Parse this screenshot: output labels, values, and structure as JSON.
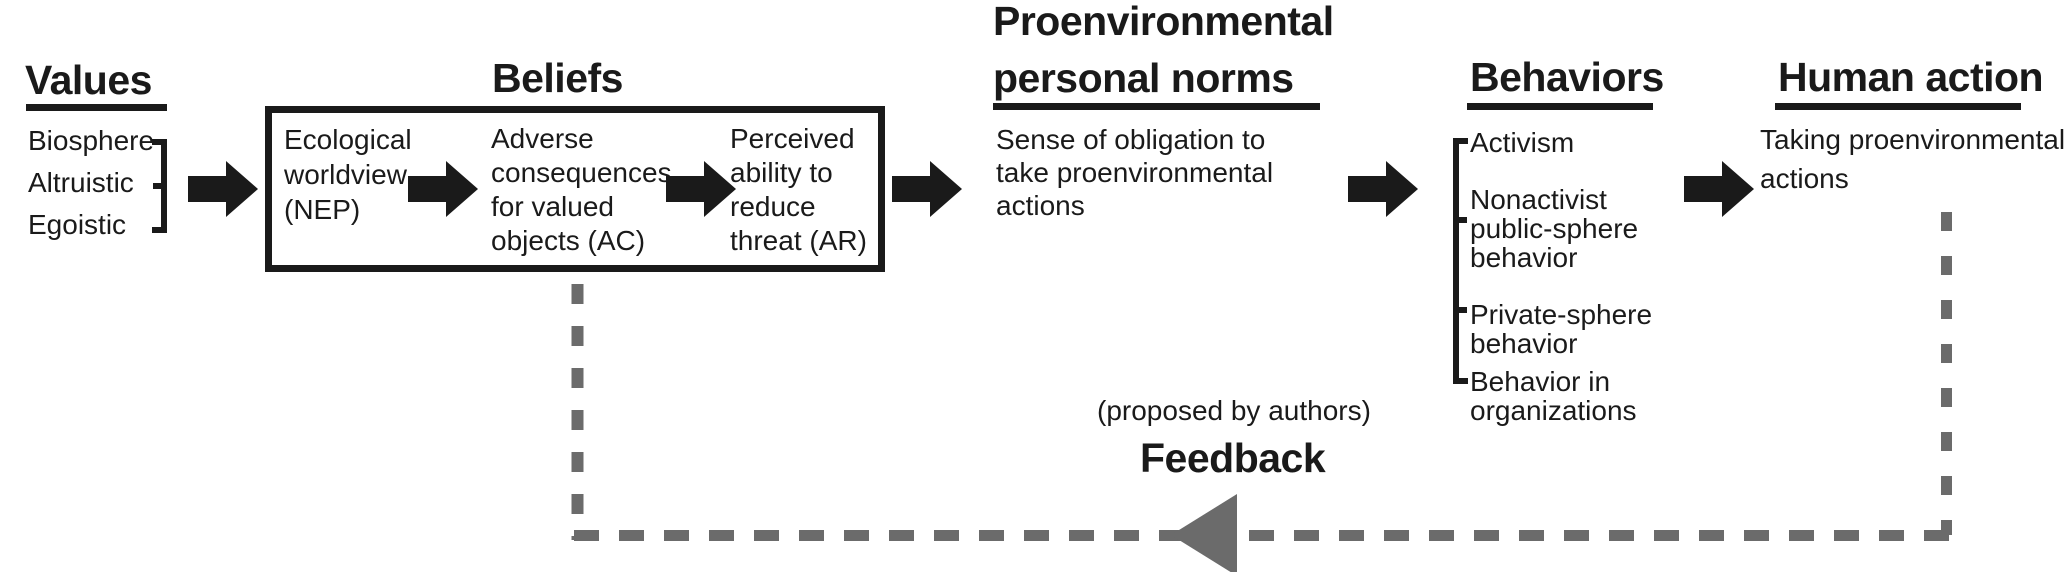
{
  "colors": {
    "ink": "#1a1a1a",
    "feedback_gray": "#6b6b6b"
  },
  "values": {
    "heading": "Values",
    "items": [
      "Biosphere",
      "Altruistic",
      "Egoistic"
    ]
  },
  "beliefs": {
    "heading": "Beliefs",
    "steps": [
      {
        "lines": [
          "Ecological",
          "worldview",
          "(NEP)"
        ]
      },
      {
        "lines": [
          "Adverse",
          "consequences",
          "for valued",
          "objects (AC)"
        ]
      },
      {
        "lines": [
          "Perceived",
          "ability to",
          "reduce",
          "threat (AR)"
        ]
      }
    ]
  },
  "personal_norms": {
    "heading_lines": [
      "Proenvironmental",
      "personal norms"
    ],
    "body_lines": [
      "Sense of obligation to",
      "take proenvironmental",
      "actions"
    ]
  },
  "behaviors": {
    "heading": "Behaviors",
    "items": [
      {
        "lines": [
          "Activism"
        ]
      },
      {
        "lines": [
          "Nonactivist",
          "public-sphere",
          "behavior"
        ]
      },
      {
        "lines": [
          "Private-sphere",
          "behavior"
        ]
      },
      {
        "lines": [
          "Behavior in",
          "organizations"
        ]
      }
    ]
  },
  "human_action": {
    "heading": "Human action",
    "body_lines": [
      "Taking proenvironmental",
      "actions"
    ]
  },
  "feedback": {
    "note": "(proposed by authors)",
    "label": "Feedback"
  }
}
